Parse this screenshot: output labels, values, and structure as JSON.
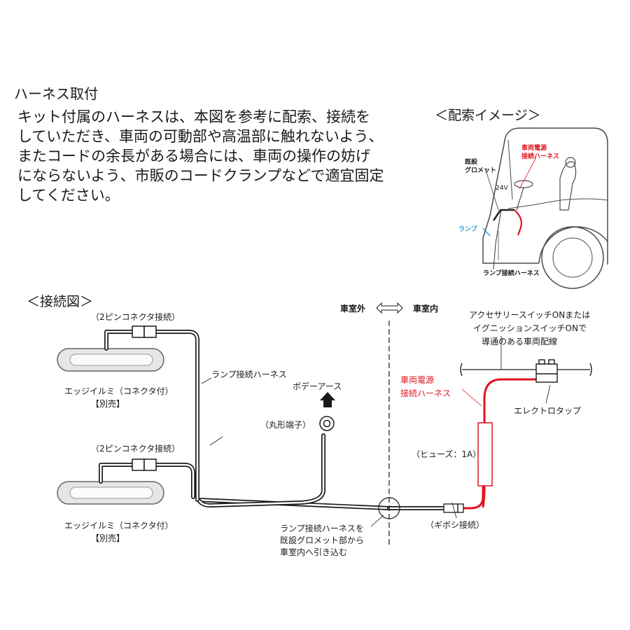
{
  "instructions": {
    "heading": "ハーネス取付",
    "lines": [
      "キット付属のハーネスは、本図を参考に配索、接続を",
      "していただき、車両の可動部や高温部に触れないよう、",
      "またコードの余長がある場合には、車両の操作の妨げ",
      "にならないよう、市販のコードクランプなどで適宜固定",
      "してください。"
    ]
  },
  "routing_image": {
    "title": "＜配索イメージ＞",
    "existing_grommet": [
      "既設",
      "グロメット"
    ],
    "vehicle_power_harness": [
      "車両電源",
      "接続ハーネス"
    ],
    "voltage": "24V",
    "lamp": "ランプ",
    "lamp_harness": "ランプ接続ハーネス"
  },
  "connection_diagram": {
    "title": "＜接続図＞",
    "outside": "車室外",
    "inside": "車室内",
    "connector_top": "（2ピンコネクタ接続）",
    "connector_bottom": "（2ピンコネクタ接続）",
    "lamp_top": [
      "エッジイルミ（コネクタ付）",
      "【別売】"
    ],
    "lamp_bottom": [
      "エッジイルミ（コネクタ付）",
      "【別売】"
    ],
    "lamp_harness": "ランプ接続ハーネス",
    "body_ground": "ボデーアース",
    "ring_terminal": "（丸形端子）",
    "grommet_note": [
      "ランプ接続ハーネスを",
      "既設グロメット部から",
      "車室内へ引き込む"
    ],
    "vehicle_power_harness": [
      "車両電源",
      "接続ハーネス"
    ],
    "fuse": "（ヒューズ：1A）",
    "gibosi": "（ギボシ接続）",
    "accessory_note": [
      "アクセサリースイッチONまたは",
      "イグニッションスイッチONで",
      "導通のある車両配線"
    ],
    "electro_tap": "エレクトロタップ"
  },
  "colors": {
    "red": "#e0141e",
    "blue": "#2aa0d8",
    "line": "#1a1a1a"
  }
}
